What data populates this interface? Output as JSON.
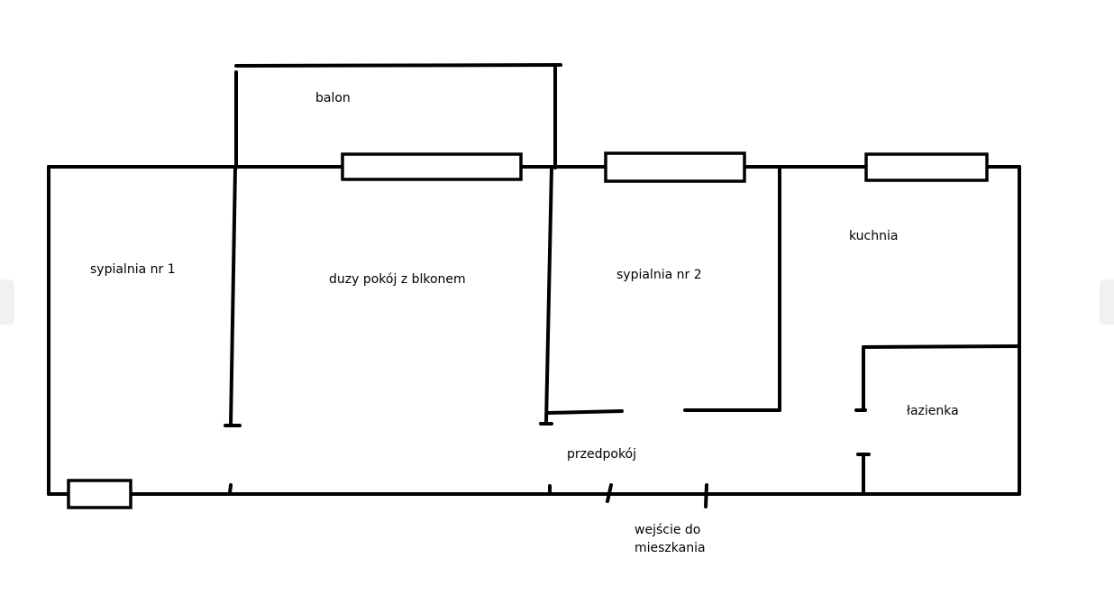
{
  "labels": {
    "balcony": "balon",
    "bedroom1": "sypialnia nr 1",
    "living_room": "duzy pokój z blkonem",
    "bedroom2": "sypialnia nr 2",
    "kitchen": "kuchnia",
    "bathroom": "łazienka",
    "hallway": "przedpokój",
    "entrance_line1": "wejście do",
    "entrance_line2": "mieszkania"
  },
  "colors": {
    "wall": "#000000",
    "background": "#ffffff",
    "side_tab": "#f1f1f1"
  }
}
